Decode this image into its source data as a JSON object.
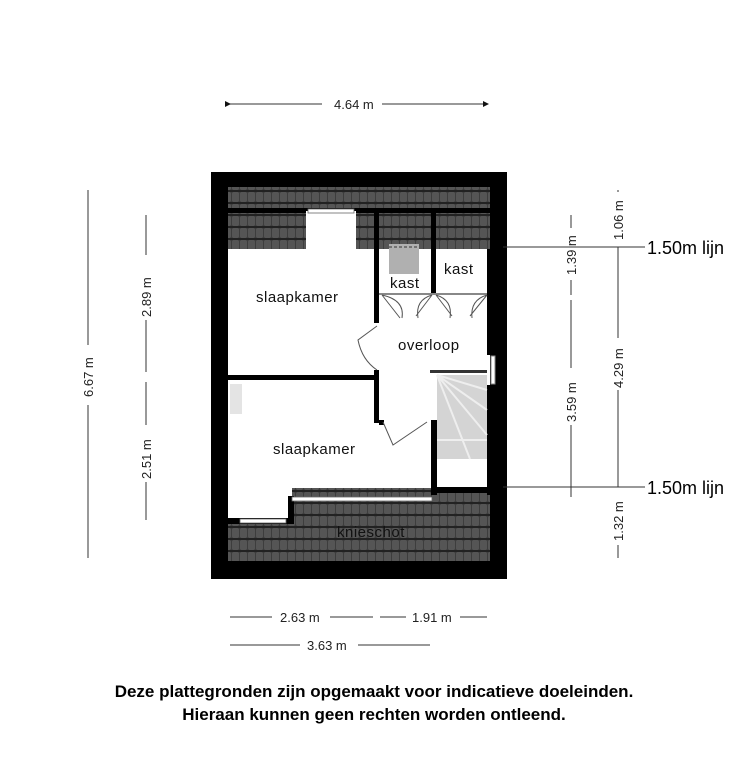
{
  "floorplan": {
    "rooms": {
      "slaapkamer_top": "slaapkamer",
      "slaapkamer_bottom": "slaapkamer",
      "kast_left": "kast",
      "kast_right": "kast",
      "overloop": "overloop",
      "knieschot": "knieschot"
    },
    "dimensions": {
      "top_width": "4.64 m",
      "left_total": "6.67 m",
      "left_upper": "2.89 m",
      "left_lower": "2.51 m",
      "bottom_left": "2.63 m",
      "bottom_right": "1.91 m",
      "bottom_total": "3.63 m",
      "right_inner_top": "1.39 m",
      "right_inner_mid": "3.59 m",
      "right_outer_top": "1.06 m",
      "right_outer_mid": "4.29 m",
      "right_outer_bottom": "1.32 m"
    },
    "height_lines": {
      "upper": "1.50m lijn",
      "lower": "1.50m lijn"
    },
    "colors": {
      "wall": "#000000",
      "roof_tile": "#3a3a3a",
      "stair": "#d4d4d4",
      "background": "#ffffff"
    }
  },
  "disclaimer": {
    "line1": "Deze plattegronden zijn opgemaakt voor indicatieve doeleinden.",
    "line2": "Hieraan kunnen geen rechten worden ontleend."
  }
}
